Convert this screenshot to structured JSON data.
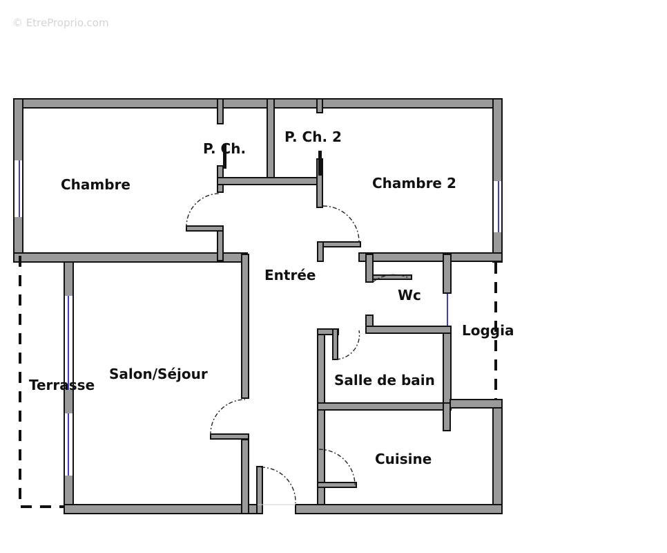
{
  "watermark": "© EtreProprio.com",
  "rooms": {
    "chambre": "Chambre",
    "placard_chambre": "P. Ch.",
    "placard_chambre_2": "P. Ch. 2",
    "chambre_2": "Chambre 2",
    "entree": "Entrée",
    "wc": "Wc",
    "loggia": "Loggia",
    "terrasse": "Terrasse",
    "salon_sejour": "Salon/Séjour",
    "salle_de_bain": "Salle de bain",
    "cuisine": "Cuisine"
  },
  "colors": {
    "wall_fill": "#9a9a9a",
    "wall_outline": "#111111",
    "window": "#3b3bd6",
    "label": "#111111",
    "watermark": "#d4d4d4"
  }
}
